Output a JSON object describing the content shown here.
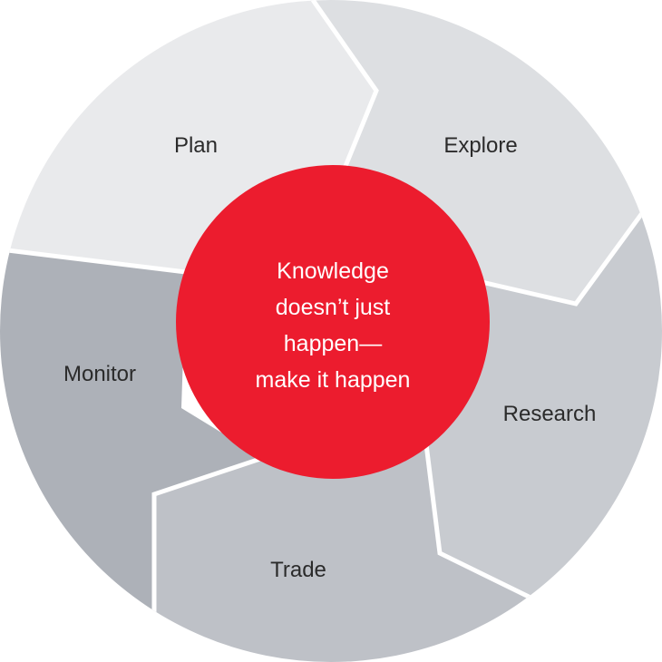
{
  "segments": [
    {
      "label": "Plan",
      "color": "#e9eaec"
    },
    {
      "label": "Explore",
      "color": "#dddfe2"
    },
    {
      "label": "Research",
      "color": "#c8cbd0"
    },
    {
      "label": "Trade",
      "color": "#bec1c7"
    },
    {
      "label": "Monitor",
      "color": "#adb1b8"
    }
  ],
  "center": {
    "color": "#ec1c2e",
    "lines": [
      "Knowledge",
      "doesn’t just",
      "happen—",
      "make it happen"
    ]
  }
}
